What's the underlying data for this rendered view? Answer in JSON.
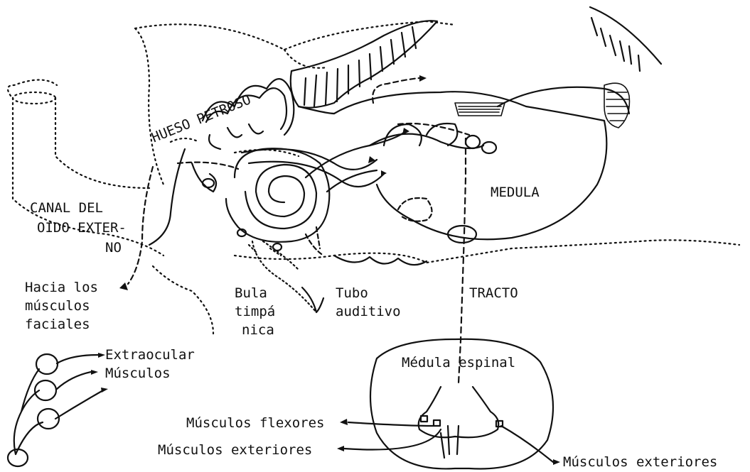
{
  "labels": {
    "hueso_petroso": "HUESO PETROSO",
    "canal_line1": "CANAL DEL",
    "canal_line2": "OIDO EXTER-",
    "canal_line3": "NO",
    "medula": "MEDULA",
    "hacia_line1": "Hacia los",
    "hacia_line2": "músculos",
    "hacia_line3": "faciales",
    "bula_line1": "Bula",
    "bula_line2": "timpá",
    "bula_line3": "nica",
    "tubo_line1": "Tubo",
    "tubo_line2": "auditivo",
    "tracto": "TRACTO",
    "extraocular": "Extraocular",
    "musculos": "Músculos",
    "medula_espinal": "Médula espinal",
    "flexores": "Músculos flexores",
    "exteriores_left": "Músculos exteriores",
    "exteriores_right": "Músculos exteriores"
  },
  "colors": {
    "ink": "#111111",
    "background": "#ffffff"
  }
}
